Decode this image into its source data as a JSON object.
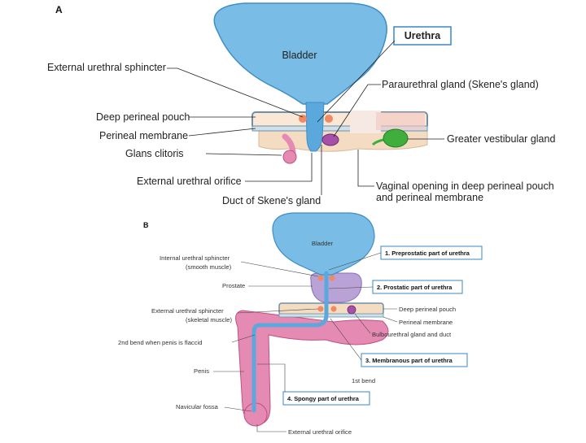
{
  "panel_a": {
    "letter": "A",
    "bladder": "Bladder",
    "urethra_box": "Urethra",
    "labels": {
      "ext_sphincter": "External urethral sphincter",
      "deep_pouch": "Deep perineal pouch",
      "perineal_membrane": "Perineal membrane",
      "glans_clitoris": "Glans clitoris",
      "ext_orifice": "External urethral orifice",
      "duct_skene": "Duct of Skene's gland",
      "paraurethral": "Paraurethral gland (Skene's gland)",
      "greater_vestibular": "Greater vestibular gland",
      "vaginal_line1": "Vaginal opening in deep perineal pouch",
      "vaginal_line2": "and perineal membrane"
    }
  },
  "panel_b": {
    "letter": "B",
    "bladder": "Bladder",
    "labels": {
      "int_sphincter_1": "Internal urethral sphincter",
      "int_sphincter_2": "(smooth muscle)",
      "prostate": "Prostate",
      "ext_sphincter_1": "External urethral sphincter",
      "ext_sphincter_2": "(skeletal muscle)",
      "second_bend": "2nd bend when penis is flaccid",
      "penis": "Penis",
      "navicular": "Navicular fossa",
      "deep_pouch": "Deep perineal pouch",
      "perineal_membrane": "Perineal membrane",
      "bulbourethral": "Bulbourethral gland and duct",
      "first_bend": "1st bend",
      "ext_orifice": "External urethral orifice"
    },
    "boxes": {
      "preprostatic": "1. Preprostatic part of urethra",
      "prostatic": "2. Prostatic part of urethra",
      "membranous": "3. Membranous part of urethra",
      "spongy": "4. Spongy part of urethra"
    }
  },
  "colors": {
    "bladder": "#79bde6",
    "bladder_edge": "#3f8dc4",
    "urethra": "#5aa8dc",
    "tissue": "#f4dcc2",
    "membrane": "#cde0ec",
    "pink": "#e58ab3",
    "pink_edge": "#c2507f",
    "prostate": "#b9a2d6",
    "sphincter": "#ef8a63",
    "gland_green": "#3fae3c",
    "gland_purple": "#a651a7",
    "box_border": "#3a86c8"
  }
}
